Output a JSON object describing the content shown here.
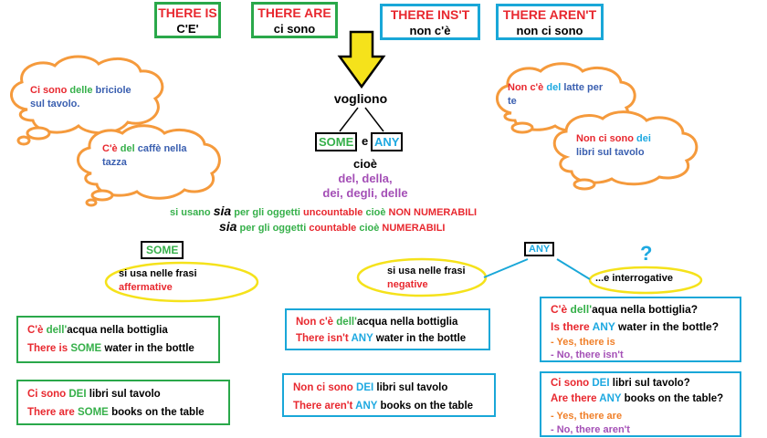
{
  "top_boxes": [
    {
      "title": "THERE IS",
      "sub": "C'E'"
    },
    {
      "title": "THERE ARE",
      "sub": "ci sono"
    },
    {
      "title": "THERE INS'T",
      "sub": "non c'è"
    },
    {
      "title": "THERE AREN'T",
      "sub": "non ci sono"
    }
  ],
  "clouds": {
    "c1": {
      "w1": "Ci sono",
      "w2": "delle",
      "w3": "briciole",
      "w4": "sul tavolo."
    },
    "c2": {
      "w1": "C'è",
      "w2": "del",
      "w3": "caffè nella",
      "w4": "tazza"
    },
    "c3": {
      "w1": "Non c'è",
      "w2": "del",
      "w3": "latte per",
      "w4": "te"
    },
    "c4": {
      "w1": "Non ci sono",
      "w2": "dei",
      "w3": "libri sul tavolo"
    }
  },
  "center": {
    "vogliono": "vogliono",
    "some": "SOME",
    "e": "e",
    "any": "ANY",
    "cioe": "cioè",
    "list1": "del, della,",
    "list2": "dei, degli, delle"
  },
  "rules": {
    "line1": {
      "a": "si usano",
      "b": "sia",
      "c": "per gli oggetti",
      "d": "uncountable",
      "e": "cioè",
      "f": "NON NUMERABILI"
    },
    "line2": {
      "b": "sia",
      "c": "per gli oggetti",
      "d": "countable",
      "e": "cioè",
      "f": "NUMERABILI"
    }
  },
  "some_section": {
    "label": "SOME",
    "oval1": "si usa nelle frasi",
    "oval2": "affermative",
    "ex1": {
      "l1a": "C'è",
      "l1b": "dell'",
      "l1c": "acqua nella bottiglia",
      "l2a": "There is",
      "l2b": "SOME",
      "l2c": "water in the bottle"
    },
    "ex2": {
      "l1a": "Ci sono",
      "l1b": "DEI",
      "l1c": "libri sul tavolo",
      "l2a": "There are",
      "l2b": "SOME",
      "l2c": "books on the table"
    }
  },
  "any_section": {
    "label": "ANY",
    "question_mark": "?",
    "neg1": "si usa nelle frasi",
    "neg2": "negative",
    "inter": "...e interrogative",
    "ex_neg1": {
      "l1a": "Non c'è",
      "l1b": "dell'",
      "l1c": "acqua nella bottiglia",
      "l2a": "There isn't",
      "l2b": "ANY",
      "l2c": "water in the bottle"
    },
    "ex_neg2": {
      "l1a": "Non ci sono",
      "l1b": "DEI",
      "l1c": "libri sul tavolo",
      "l2a": "There aren't",
      "l2b": "ANY",
      "l2c": "books on the table"
    },
    "ex_q1": {
      "l1a": "C'è",
      "l1b": "dell'",
      "l1c": "aqua nella bottiglia?",
      "l2a": "Is there",
      "l2b": "ANY",
      "l2c": "water in the bottle?",
      "a1": "- Yes, there is",
      "a2": "- No, there isn't"
    },
    "ex_q2": {
      "l1a": "Ci sono",
      "l1b": "DEI",
      "l1c": "libri sul tavolo?",
      "l2a": "Are there",
      "l2b": "ANY",
      "l2c": "books on the table?",
      "a1": "- Yes, there  are",
      "a2": "- No, there  aren't"
    }
  },
  "colors": {
    "red": "#e8282f",
    "green": "#36b04a",
    "blue": "#1ea9e1",
    "purple": "#a44fb6",
    "orange": "#f07f28",
    "yellow": "#f5e21b"
  }
}
